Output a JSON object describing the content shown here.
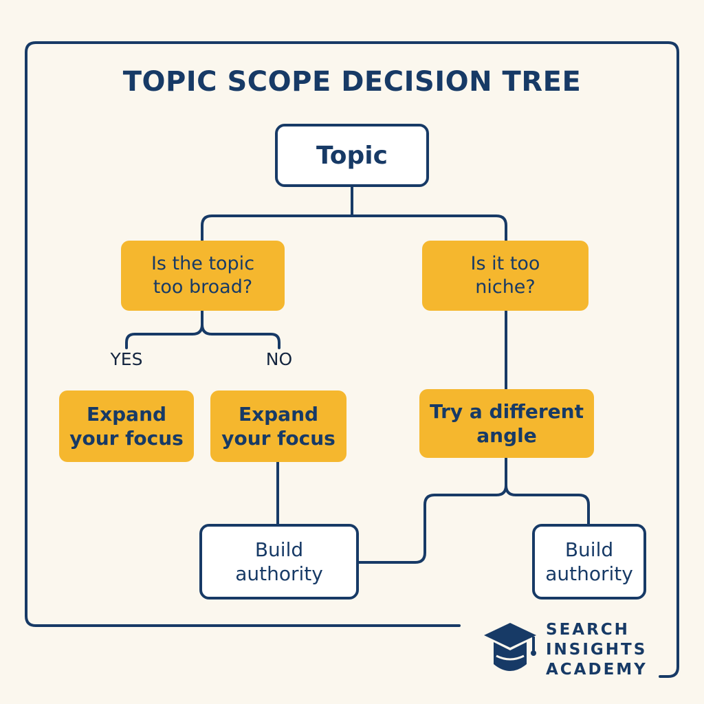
{
  "title": "TOPIC SCOPE DECISION TREE",
  "nodes": {
    "root": "Topic",
    "question_broad": "Is the topic\ntoo broad?",
    "question_niche": "Is it too\nniche?",
    "yes_action": "Expand\nyour focus",
    "no_action": "Expand\nyour focus",
    "niche_action": "Try a different\nangle",
    "authority_left": "Build\nauthority",
    "authority_right": "Build\nauthority"
  },
  "branch_labels": {
    "yes": "YES",
    "no": "NO"
  },
  "brand": {
    "line1": "SEARCH",
    "line2": "INSIGHTS",
    "line3": "ACADEMY",
    "icon": "graduation-cap-icon"
  },
  "colors": {
    "navy": "#173A66",
    "gold": "#F5B72E",
    "background": "#FBF7EE"
  }
}
